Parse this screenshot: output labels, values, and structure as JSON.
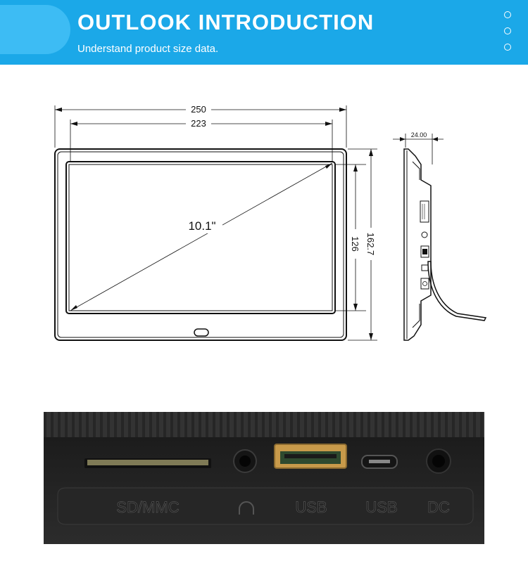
{
  "header": {
    "title": "OUTLOOK INTRODUCTION",
    "subtitle": "Understand product size data."
  },
  "dimensions": {
    "outer_width": "250",
    "screen_width": "223",
    "diagonal": "10.1\"",
    "screen_height": "126",
    "outer_height": "162.7",
    "depth": "24.00"
  },
  "ports": [
    "SD/MMC",
    "USB",
    "USB",
    "DC"
  ],
  "colors": {
    "header_bg": "#1ba8e8",
    "header_accent": "#3dbcf4",
    "photo_bg": "#2a2a2a"
  }
}
